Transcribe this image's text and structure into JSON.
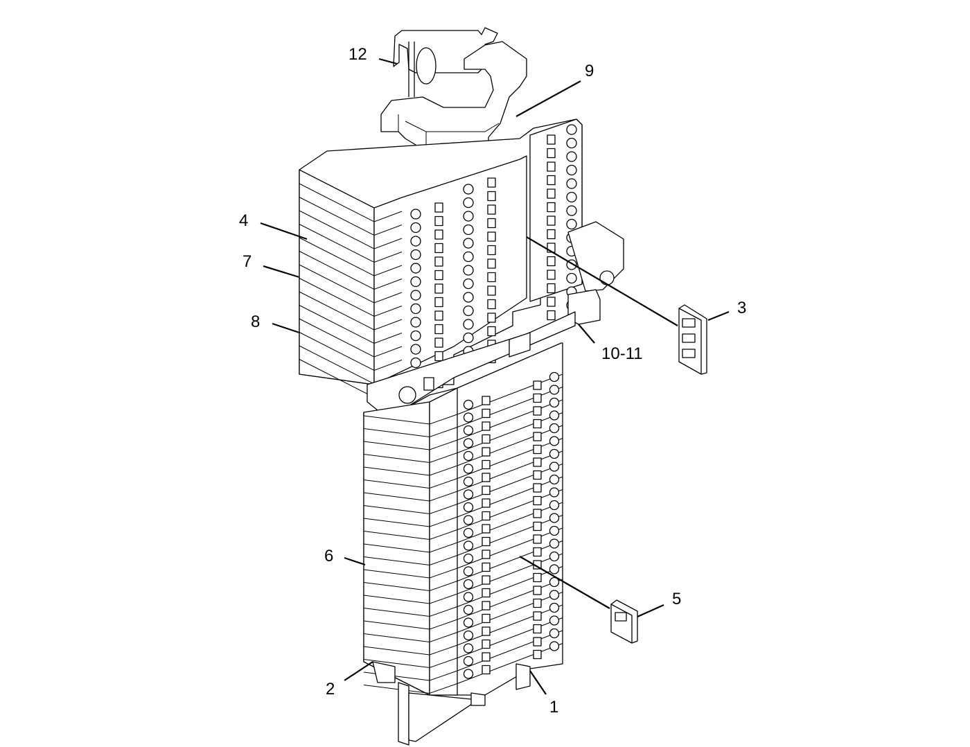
{
  "callouts": [
    {
      "id": "12",
      "label": "12"
    },
    {
      "id": "9",
      "label": "9"
    },
    {
      "id": "4",
      "label": "4"
    },
    {
      "id": "7",
      "label": "7"
    },
    {
      "id": "8",
      "label": "8"
    },
    {
      "id": "3",
      "label": "3"
    },
    {
      "id": "10-11",
      "label": "10-11"
    },
    {
      "id": "6",
      "label": "6"
    },
    {
      "id": "5",
      "label": "5"
    },
    {
      "id": "2",
      "label": "2"
    },
    {
      "id": "1",
      "label": "1"
    }
  ],
  "colors": {
    "line": "#000000",
    "background": "#ffffff"
  }
}
